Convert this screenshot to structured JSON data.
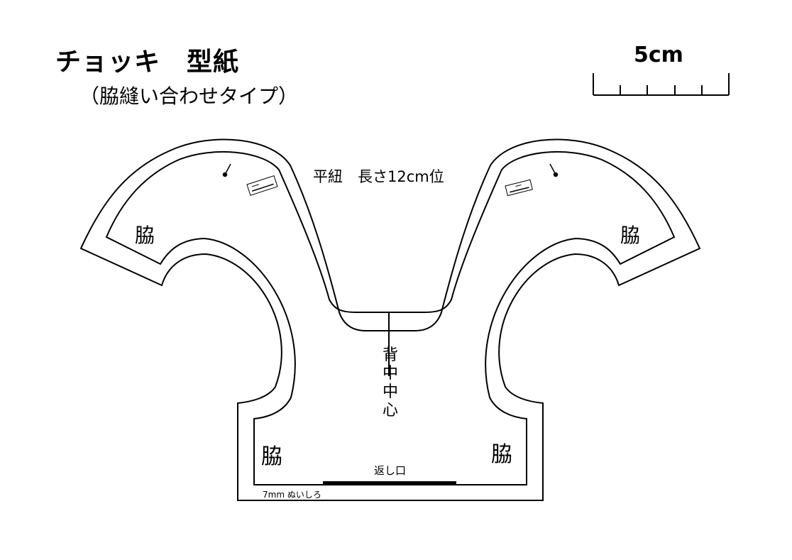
{
  "header": {
    "title": "チョッキ　型紙",
    "subtitle": "（脇縫い合わせタイプ）"
  },
  "scale": {
    "label": "5cm",
    "divisions": 5
  },
  "labels": {
    "strap": "平紐　長さ12cm位",
    "back_center": "背中中心",
    "side_upper_left": "脇",
    "side_upper_right": "脇",
    "side_lower_left": "脇",
    "side_lower_right": "脇",
    "turn_opening": "返し口",
    "seam_allowance": "7mm ぬいしろ"
  },
  "colors": {
    "line": "#000000",
    "background": "#ffffff"
  }
}
